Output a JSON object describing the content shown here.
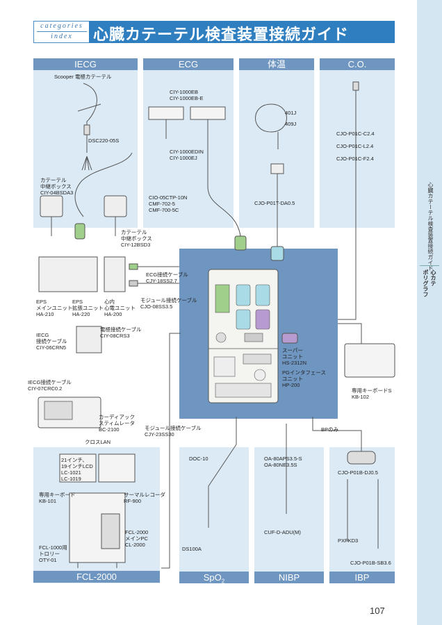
{
  "header": {
    "categories": "categories",
    "index": "index",
    "title": "心臓カテーテル検査装置接続ガイド"
  },
  "side_tab": {
    "line1": "心臓カテーテル検査装置接続ガイド",
    "line2": "心カテ",
    "line3": "ポリグラフ"
  },
  "panels": {
    "iecg": "IECG",
    "ecg": "ECG",
    "temp": "体温",
    "co": "C.O.",
    "fcl": "FCL-2000",
    "spo2_main": "SpO",
    "spo2_sub": "2",
    "nibp": "NIBP",
    "ibp": "IBP"
  },
  "labels": {
    "scooper": "Scooper 電極カテーテル",
    "dsc": "DSC220-05S",
    "catheter_box_1": "カテーテル\n中継ボックス\nCIY-04BSDA3",
    "eps_main": "EPS\nメインユニット\nHA-210",
    "eps_ext": "EPS\n拡張ユニット\nHA-220",
    "intracardiac": "心内\n心電ユニット\nHA-200",
    "catheter_box_2": "カテーテル\n中継ボックス\nCIY-12BSD3",
    "ciy1000eb": "CIY-1000EB\nCIY-1000EB-E",
    "ciy1000edin": "CIY-1000EDIN\nCIY-1000EJ",
    "cio": "CIO-05CTP-10N\nCMF-702-5\nCMF-700-5C",
    "ecg_cable": "ECG接続ケーブル\nCJY-18SS2.7",
    "module_cable": "モジュール接続ケーブル\nCJO-08SS3.5",
    "electrode_cable": "電極接続ケーブル\nCIY-08CRS3",
    "iecg_cable": "IECG\n接続ケーブル\nCIY-06CRN5",
    "iecg_cable2": "IECG接続ケーブル\nCIY-07CRC0.2",
    "simulator": "カーディアック\nスティムレータ\nBC-2100",
    "module_cable2": "モジュール接続ケーブル\nCJY-23SS30",
    "cross_lan": "クロスLAN",
    "temp_401j": "401J",
    "temp_409j": "409J",
    "cjo_p01t": "CJO-P01T-DA0.5",
    "cjo_c24": "CJO-P01C-C2.4",
    "cjo_l24": "CJO-P01C-L2.4",
    "cjo_f24": "CJO-P01C-F2.4",
    "super_unit": "スーパー\nユニット\nHS-2312N",
    "pg_unit": "PGインタフェース\nユニット\nHP-200",
    "keyboard_s": "専用キーボードS\nKB-102",
    "lcd": "21インチ、\n19インチLCD\nLC-1021\nLC-1019",
    "keyboard": "専用キーボード\nKB-101",
    "thermal": "サーマルレコーダ\nRF-900",
    "fcl_main": "FCL-2000\nメインPC\nCL-2000",
    "trolley": "FCL-1000用\nトロリー\nOTY-01",
    "doc10": "DOC-10",
    "ds100a": "DS100A",
    "oa_80": "OA-80APS3.5-S\nOA-80NE3.5S",
    "cuf": "CUF-D-ADU(M)",
    "bp_only": "BPのみ",
    "cjo_dj": "CJO-P01B-DJ0.5",
    "pxfkd3": "PXFKD3",
    "cjo_sb": "CJO-P01B-SB3.6"
  },
  "page_number": "107",
  "colors": {
    "title_blue": "#2f7fc0",
    "panel_bg": "#dbeaf5",
    "panel_head": "#6f96c0",
    "connector_green": "#9fcf8a",
    "connector_purple": "#b79ad0",
    "connector_cyan": "#a9dbe6"
  }
}
